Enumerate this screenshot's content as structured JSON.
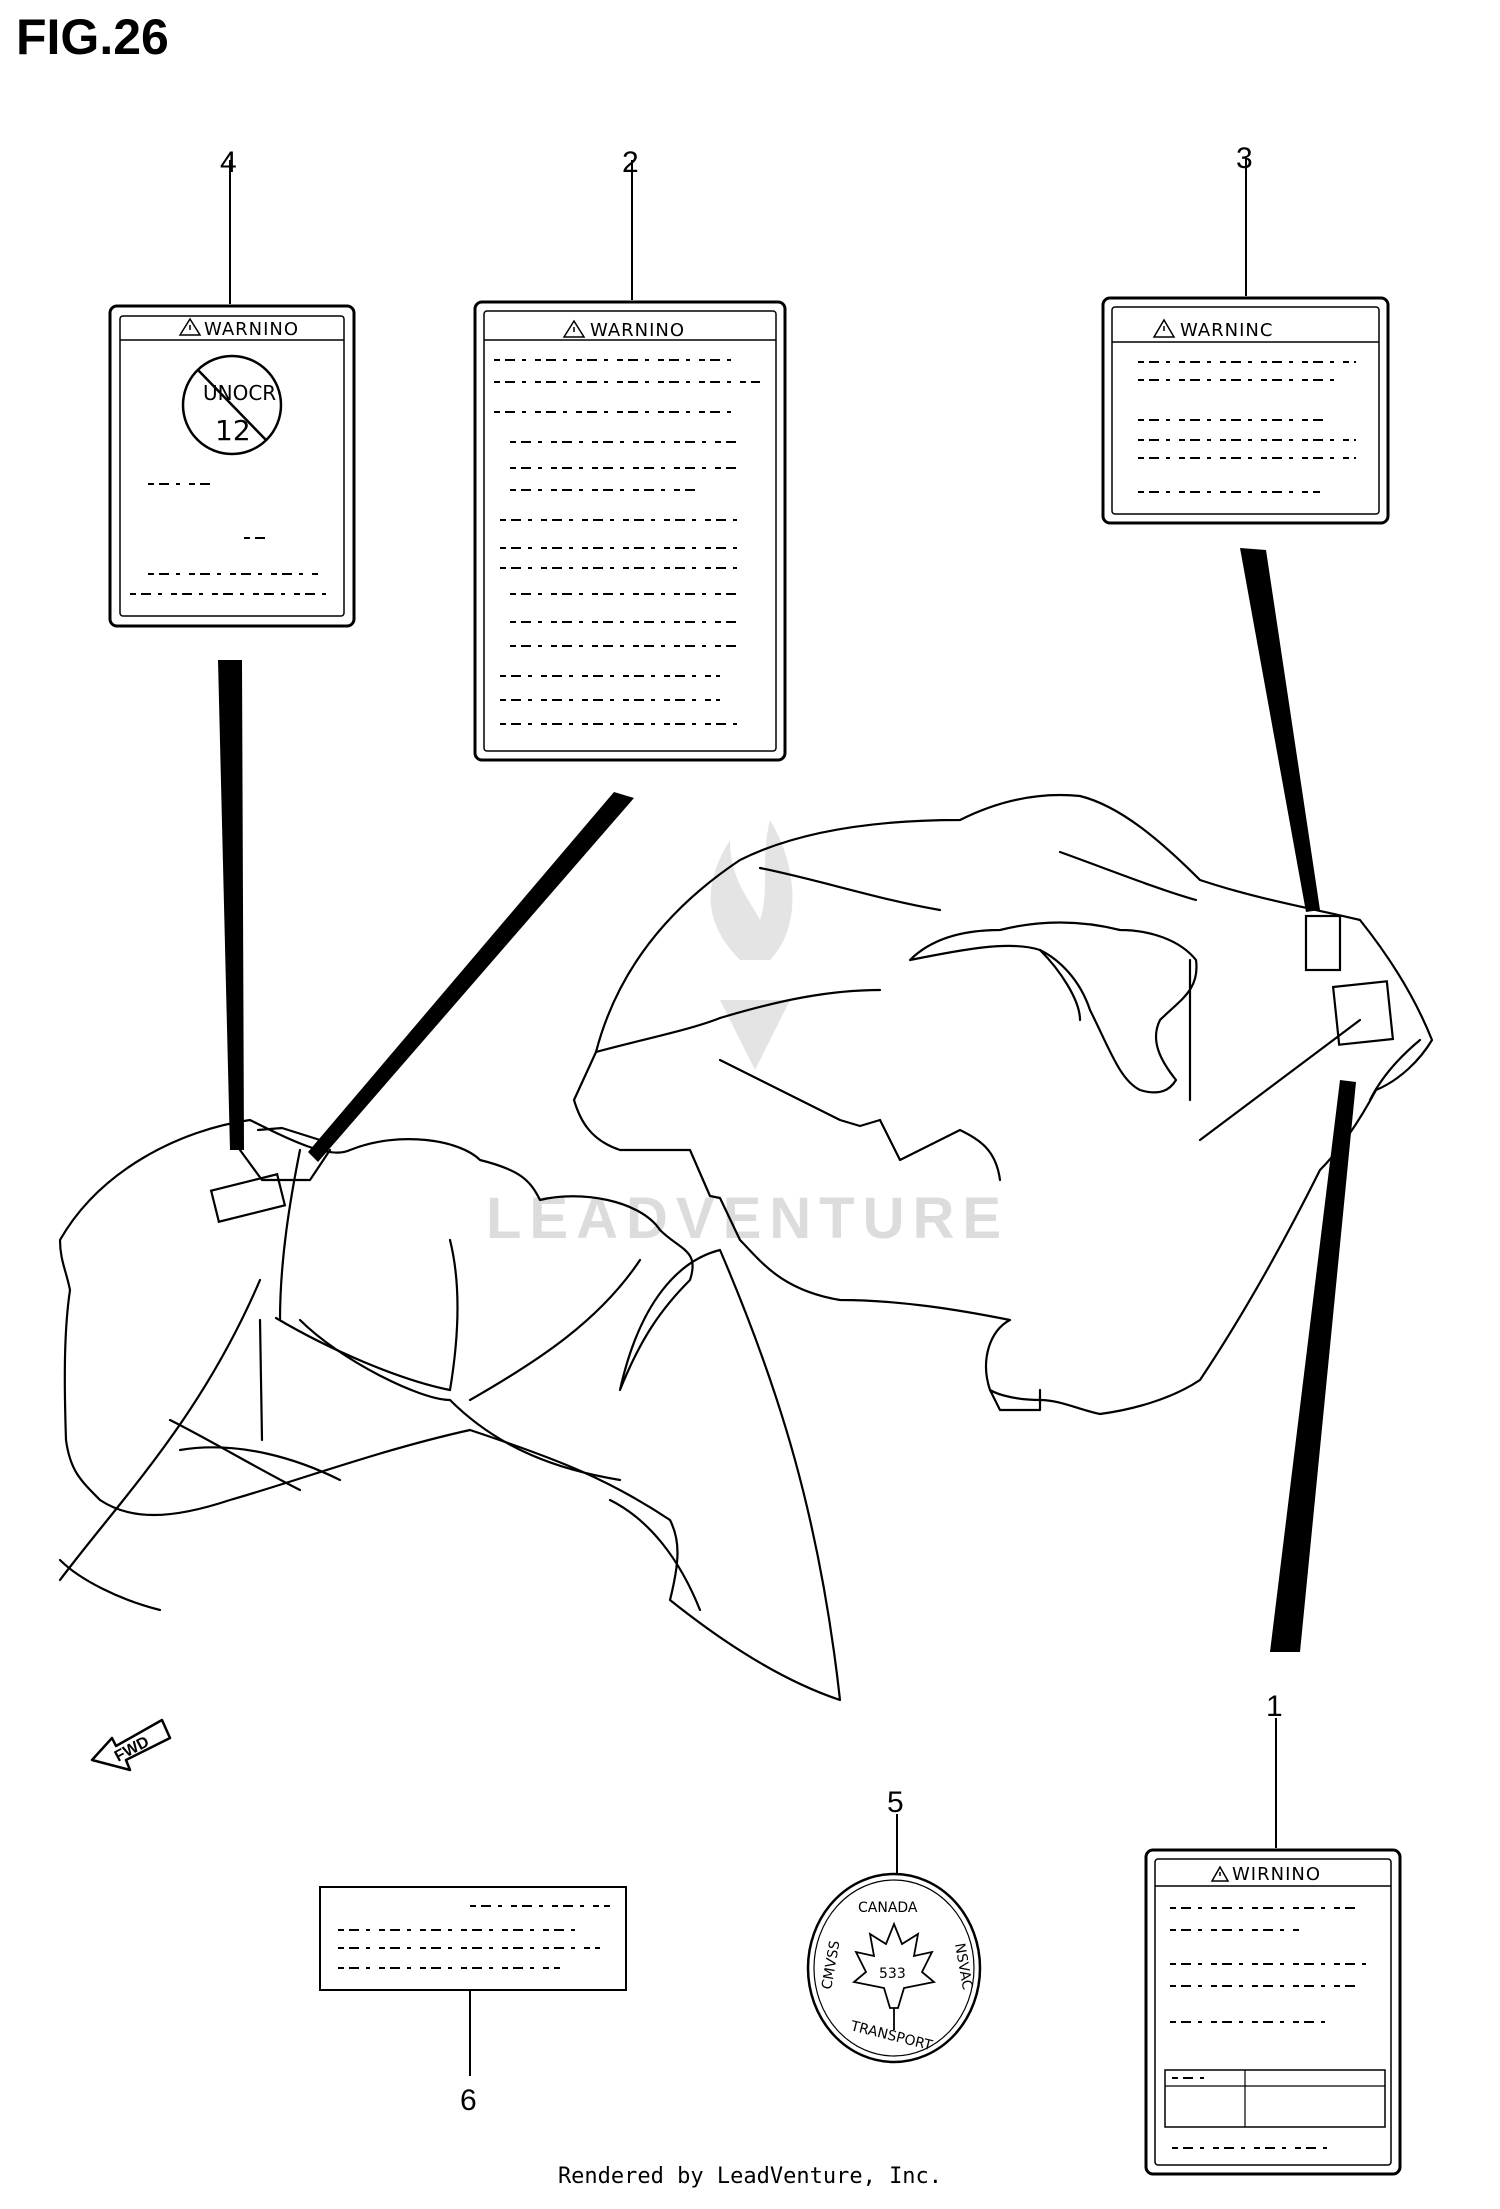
{
  "figure": {
    "title": "FIG.26"
  },
  "callouts": {
    "c1": "1",
    "c2": "2",
    "c3": "3",
    "c4": "4",
    "c5": "5",
    "c6": "6"
  },
  "labels": {
    "warning_4": "WARNINO",
    "warning_2": "WARNINO",
    "warning_3": "WARNINC",
    "warning_1": "WIRNINO",
    "age_top": "UNOCR",
    "age_num": "12",
    "fwd": "FWD"
  },
  "seal": {
    "top": "CANADA",
    "left": "CMVSS",
    "right": "NSVAC",
    "bottom": "TRANSPORT",
    "center": "533"
  },
  "watermark": {
    "text": "LEADVENTURE"
  },
  "footer": {
    "text": "Rendered by LeadVenture, Inc."
  }
}
